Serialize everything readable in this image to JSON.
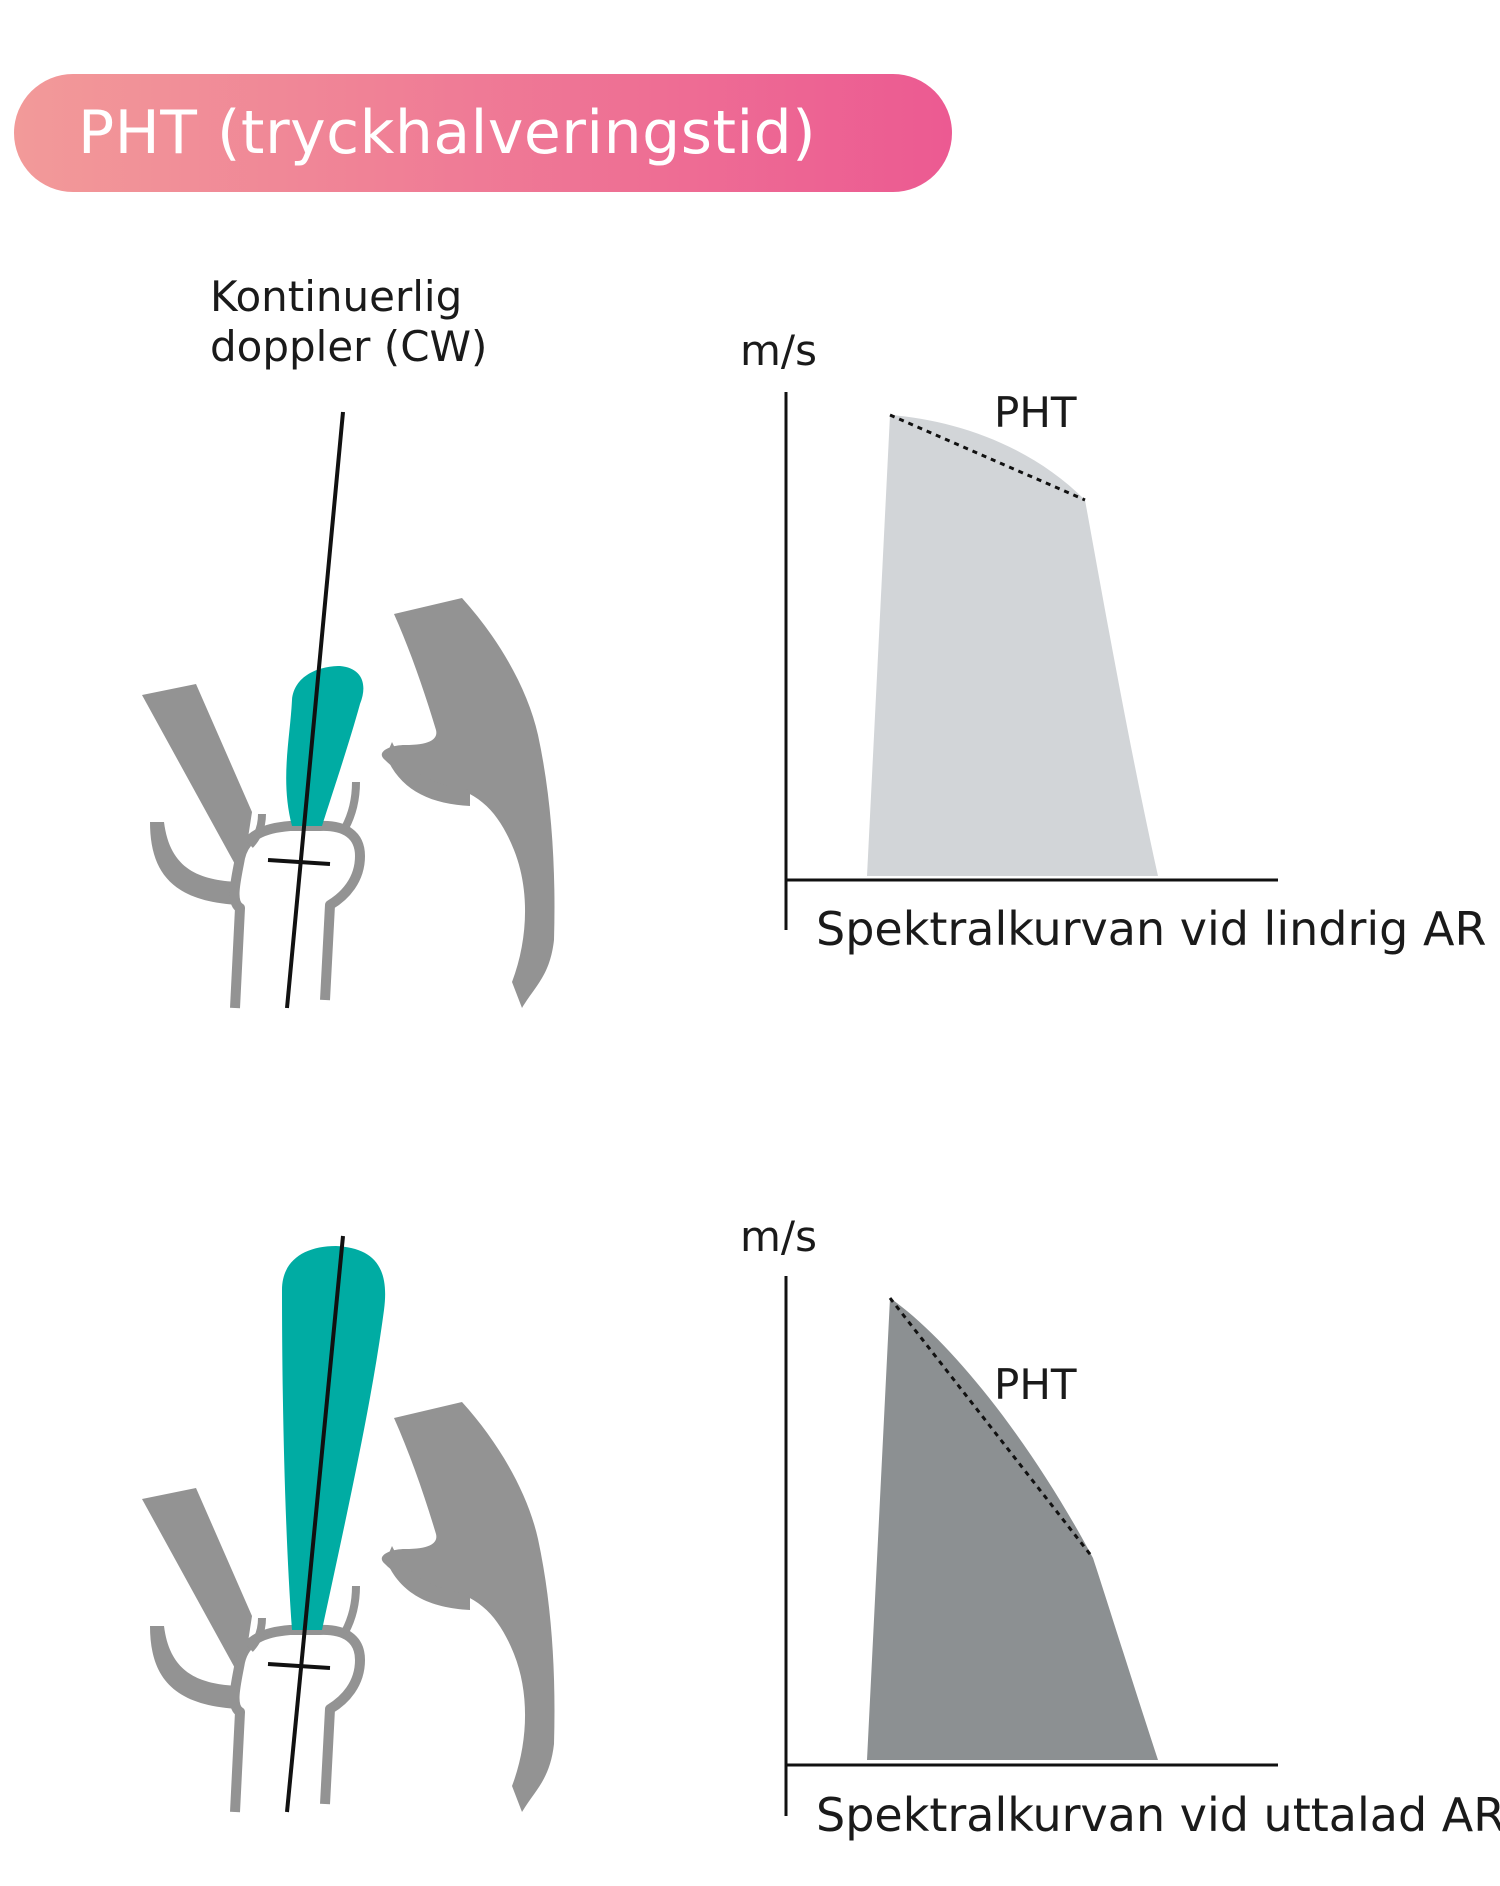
{
  "header": {
    "title": "PHT (tryckhalveringstid)"
  },
  "probe_label": {
    "line1": "Kontinuerlig",
    "line2": "doppler (CW)"
  },
  "panels": [
    {
      "y_label": "m/s",
      "curve_label": "PHT",
      "caption": "Spektralkurvan vid lindrig AR"
    },
    {
      "y_label": "m/s",
      "curve_label": "PHT",
      "caption": "Spektralkurvan vid uttalad AR"
    }
  ],
  "colors": {
    "banner_start": "#f29a99",
    "banner_end": "#ec5a92",
    "jet": "#00aca3",
    "anatomy": "#939393",
    "mild_fill": "#d2d5d8",
    "severe_fill": "#8c9092"
  }
}
